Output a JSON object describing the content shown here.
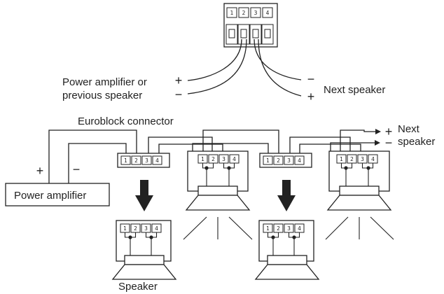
{
  "labels": {
    "power_amp_or_prev_line1": "Power amplifier or",
    "power_amp_or_prev_line2": "previous speaker",
    "next_speaker_top": "Next speaker",
    "euroblock_connector": "Euroblock connector",
    "next_line1": "Next",
    "next_line2": "speaker",
    "power_amplifier": "Power amplifier",
    "speaker": "Speaker"
  },
  "pin_numbers": [
    "1",
    "2",
    "3",
    "4"
  ],
  "signs": {
    "plus": "+",
    "minus": "−"
  }
}
